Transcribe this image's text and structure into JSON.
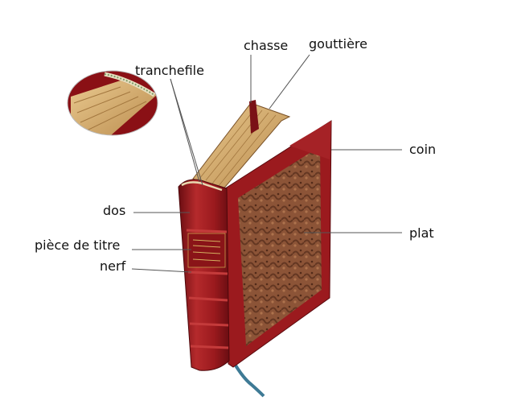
{
  "labels": {
    "chasse": "chasse",
    "gouttiere": "gouttière",
    "tranchefile": "tranchefile",
    "coin": "coin",
    "dos": "dos",
    "piece_de_titre": "pièce de titre",
    "nerf": "nerf",
    "plat": "plat"
  },
  "colors": {
    "leather": "#9b1a1e",
    "leather_dark": "#6a0d12",
    "leather_light": "#c23a3a",
    "marbled_paper": "#8a5a3a",
    "page_edges": "#d8b27a",
    "ribbon": "#3e7a95",
    "leader_line": "#555555"
  }
}
